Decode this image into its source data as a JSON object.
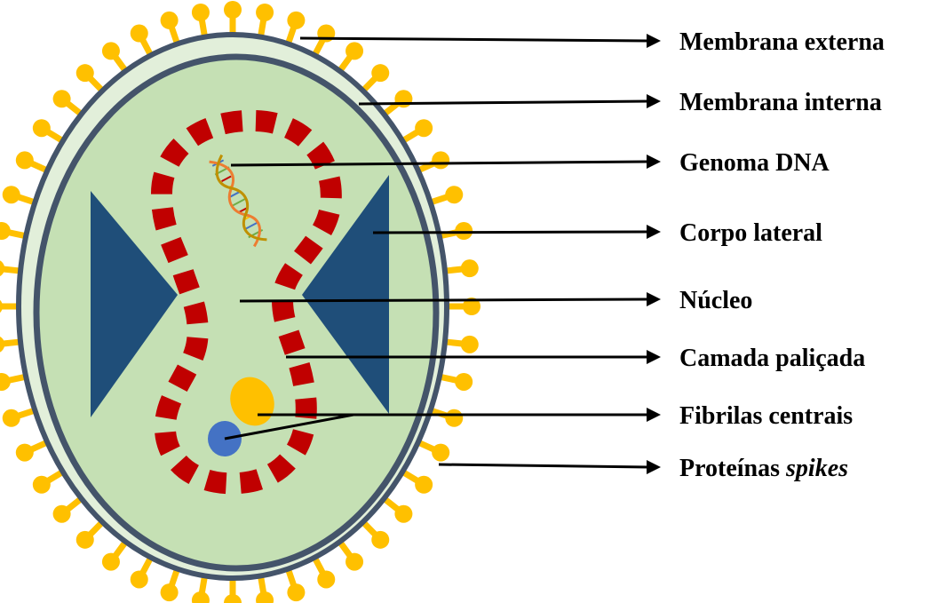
{
  "colors": {
    "background": "#ffffff",
    "spike": "#FFC000",
    "membrane": "#44546A",
    "outer_fill": "#E2EFDA",
    "core_fill": "#C5E0B4",
    "lateral_body": "#1F4E79",
    "palisade": "#C00000",
    "fibril_yellow": "#FFC000",
    "fibril_blue": "#4472C4",
    "leader_line": "#000000"
  },
  "icons": {
    "dna": "dna-helix-icon"
  },
  "labels": [
    {
      "key": "outer_membrane",
      "text": "Membrana externa"
    },
    {
      "key": "inner_membrane",
      "text": "Membrana interna"
    },
    {
      "key": "genome",
      "text": "Genoma DNA"
    },
    {
      "key": "lateral_body",
      "text": "Corpo lateral"
    },
    {
      "key": "nucleus",
      "text": "Núcleo"
    },
    {
      "key": "palisade_layer",
      "text": "Camada paliçada"
    },
    {
      "key": "central_fibrils",
      "text": "Fibrilas centrais"
    },
    {
      "key": "spike_proteins",
      "text": "Proteínas",
      "italic_suffix": "spikes"
    }
  ]
}
